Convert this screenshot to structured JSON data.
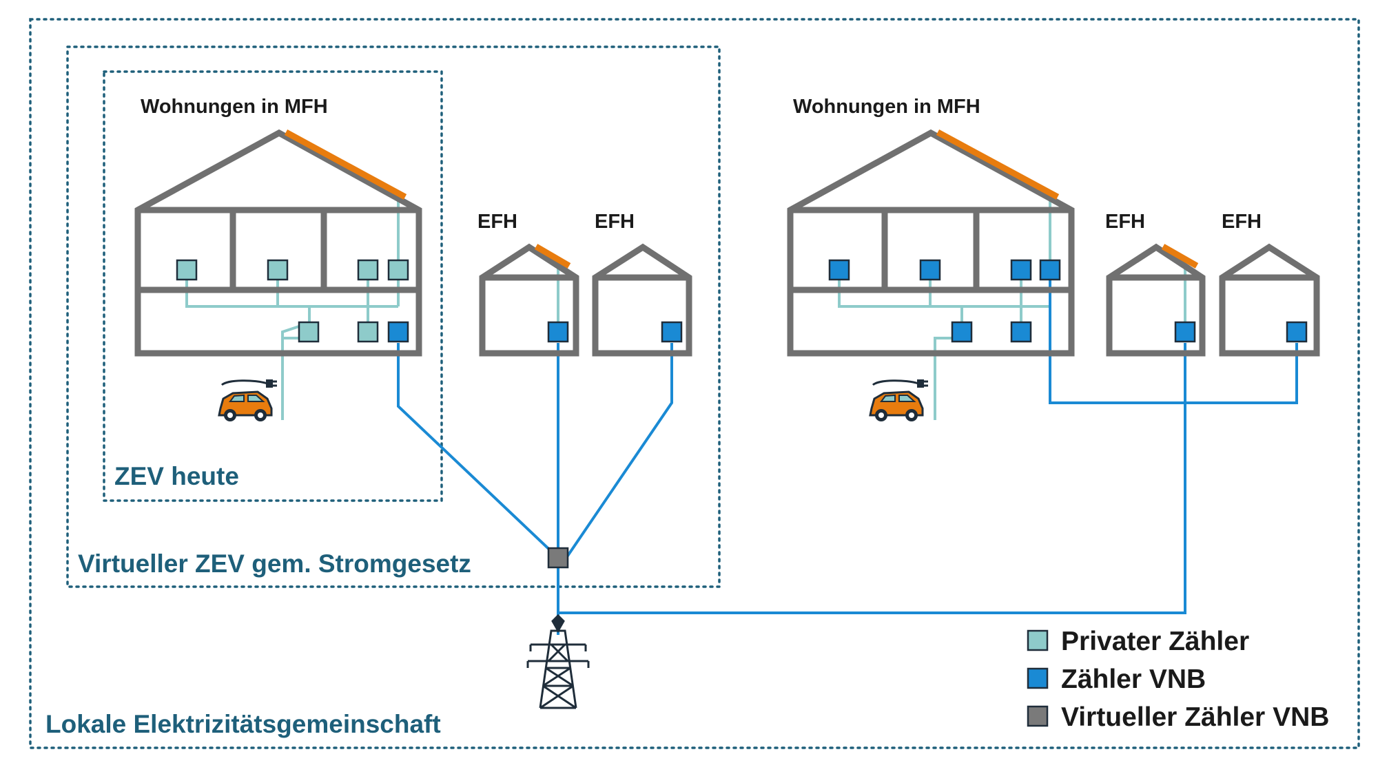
{
  "labels": {
    "mfh_left": "Wohnungen in MFH",
    "mfh_right": "Wohnungen in MFH",
    "efh_1": "EFH",
    "efh_2": "EFH",
    "efh_3": "EFH",
    "efh_4": "EFH"
  },
  "zones": {
    "zev_heute": "ZEV heute",
    "virtueller_zev": "Virtueller ZEV gem. Stromgesetz",
    "lokale_eg": "Lokale Elektrizitätsgemeinschaft"
  },
  "legend": [
    {
      "label": "Privater Zähler",
      "color": "#8ecbca"
    },
    {
      "label": "Zähler VNB",
      "color": "#1a8ad4"
    },
    {
      "label": "Virtueller Zähler VNB",
      "color": "#7a7a7a"
    }
  ],
  "colors": {
    "accent_teal": "#1e5f7a",
    "private_line": "#8ecbca",
    "vnb_line": "#1a8ad4",
    "pv_orange": "#e87c0e",
    "house_grey": "#707070"
  },
  "icons": {
    "car": "electric-car-icon",
    "pylon": "power-pylon-icon"
  }
}
